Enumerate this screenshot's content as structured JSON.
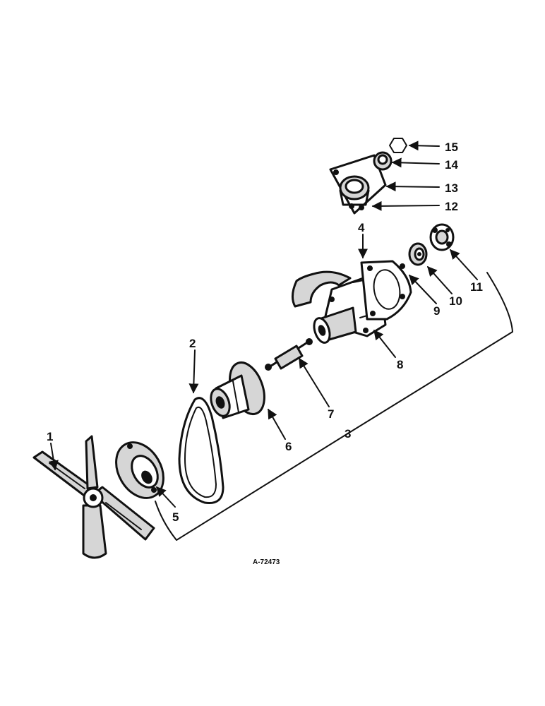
{
  "figure": {
    "id": "A-72473"
  },
  "callouts": [
    {
      "label": "1"
    },
    {
      "label": "2"
    },
    {
      "label": "3"
    },
    {
      "label": "4"
    },
    {
      "label": "5"
    },
    {
      "label": "6"
    },
    {
      "label": "7"
    },
    {
      "label": "8"
    },
    {
      "label": "9"
    },
    {
      "label": "10"
    },
    {
      "label": "11"
    },
    {
      "label": "12"
    },
    {
      "label": "13"
    },
    {
      "label": "14"
    },
    {
      "label": "15"
    }
  ]
}
